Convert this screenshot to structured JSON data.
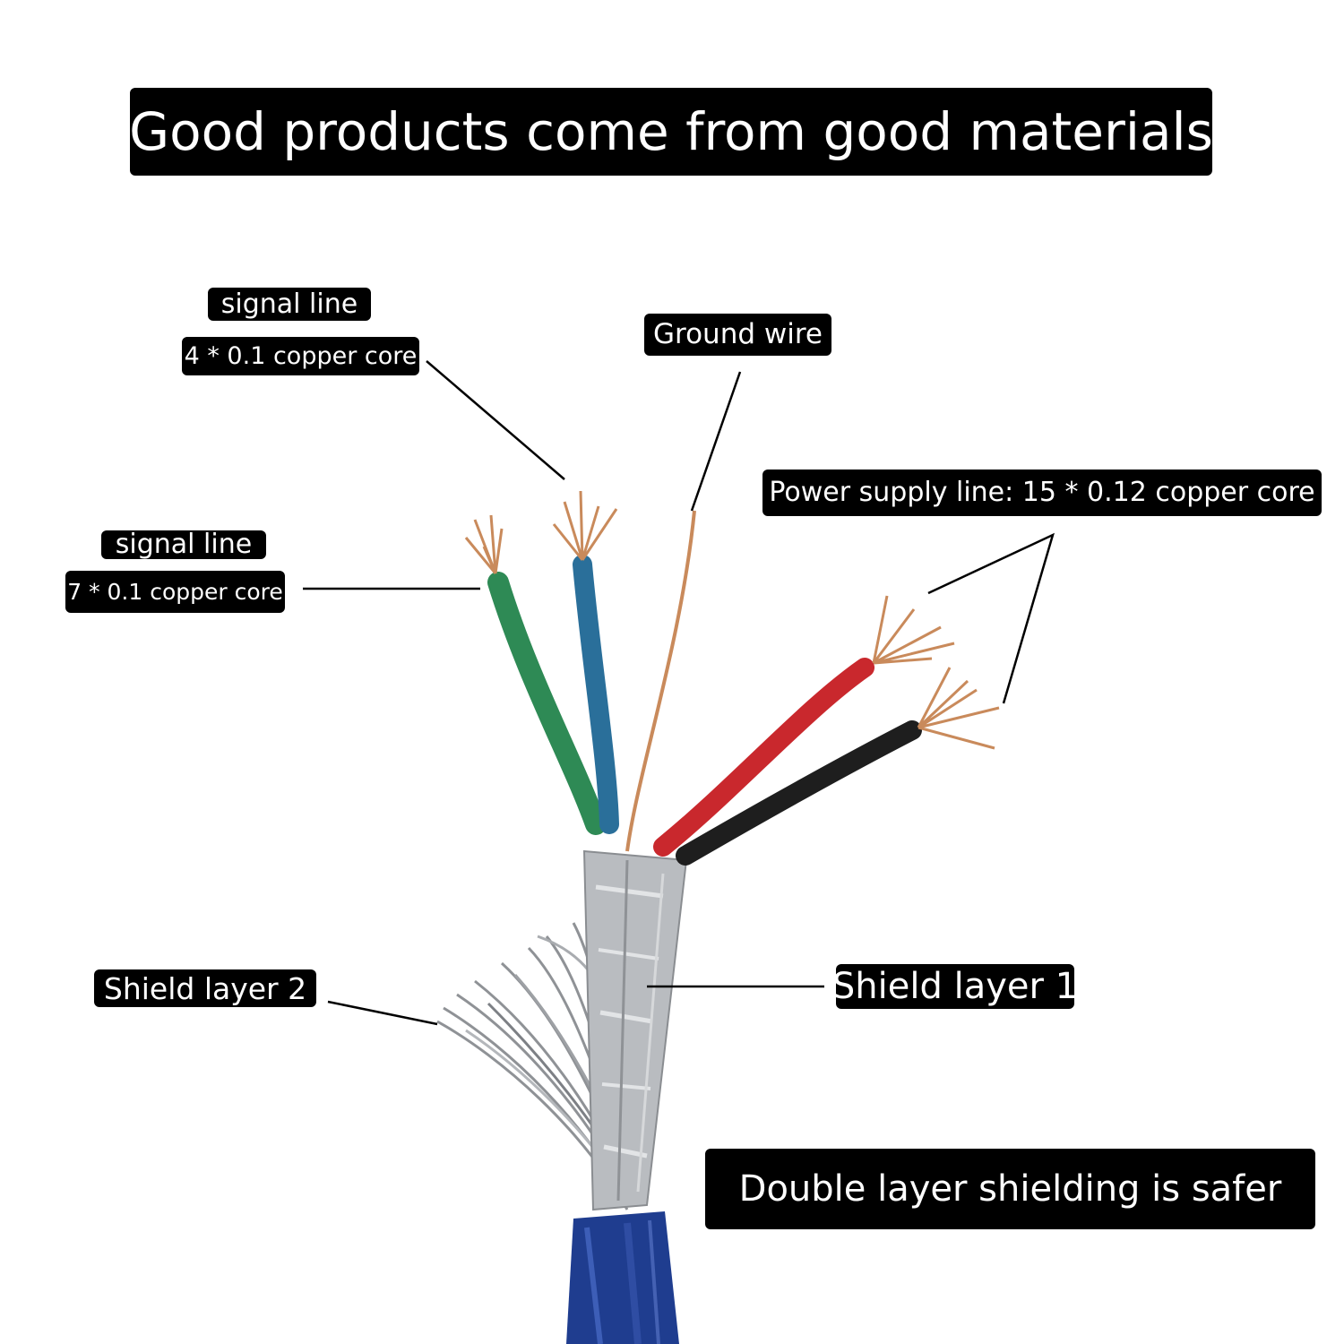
{
  "headline": "Good products come from good materials",
  "labels": {
    "signal_line_upper": "signal line",
    "signal_line_upper_core": "4 * 0.1 copper core",
    "ground_wire": "Ground wire",
    "power_supply": "Power supply line: 15 * 0.12 copper core",
    "signal_line_left": "signal line",
    "signal_line_left_core": "7 * 0.1 copper core",
    "shield_layer_2": "Shield layer 2",
    "shield_layer_1": "Shield layer 1",
    "footer": "Double layer shielding is safer"
  },
  "colors": {
    "label_bg": "#000000",
    "label_text": "#ffffff",
    "green_wire": "#2e8a55",
    "blue_wire": "#2a6f9a",
    "red_wire": "#c9282d",
    "black_wire": "#1e1e1e",
    "copper": "#c98a5b",
    "foil": "#b9bcc0",
    "jacket": "#1f3d8f"
  }
}
